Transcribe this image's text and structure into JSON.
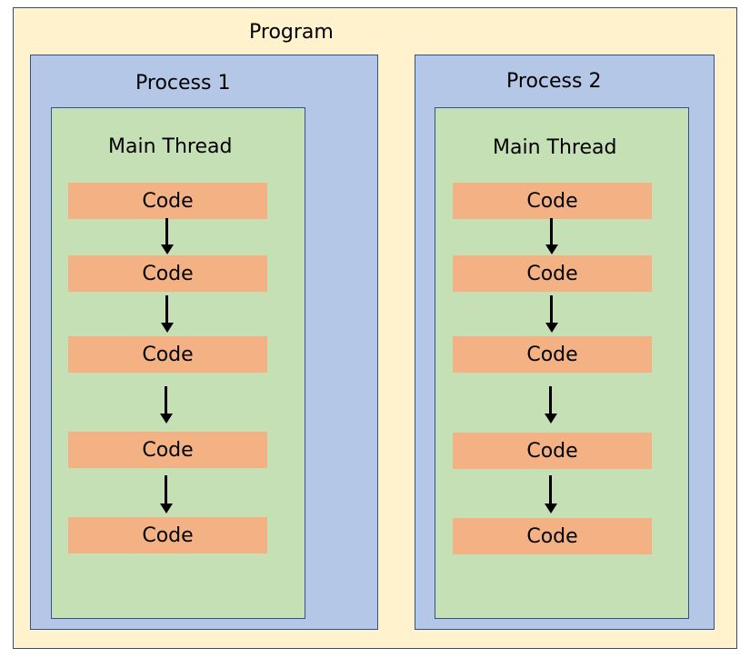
{
  "program": {
    "label": "Program"
  },
  "processes": [
    {
      "label": "Process 1",
      "thread": {
        "label": "Main Thread",
        "blocks": [
          "Code",
          "Code",
          "Code",
          "Code",
          "Code"
        ]
      }
    },
    {
      "label": "Process 2",
      "thread": {
        "label": "Main Thread",
        "blocks": [
          "Code",
          "Code",
          "Code",
          "Code",
          "Code"
        ]
      }
    }
  ],
  "colors": {
    "program_fill": "#fff2cc",
    "process_fill": "#b4c7e7",
    "thread_fill": "#c5e0b4",
    "code_fill": "#f4b183",
    "border": "#2f528f"
  }
}
